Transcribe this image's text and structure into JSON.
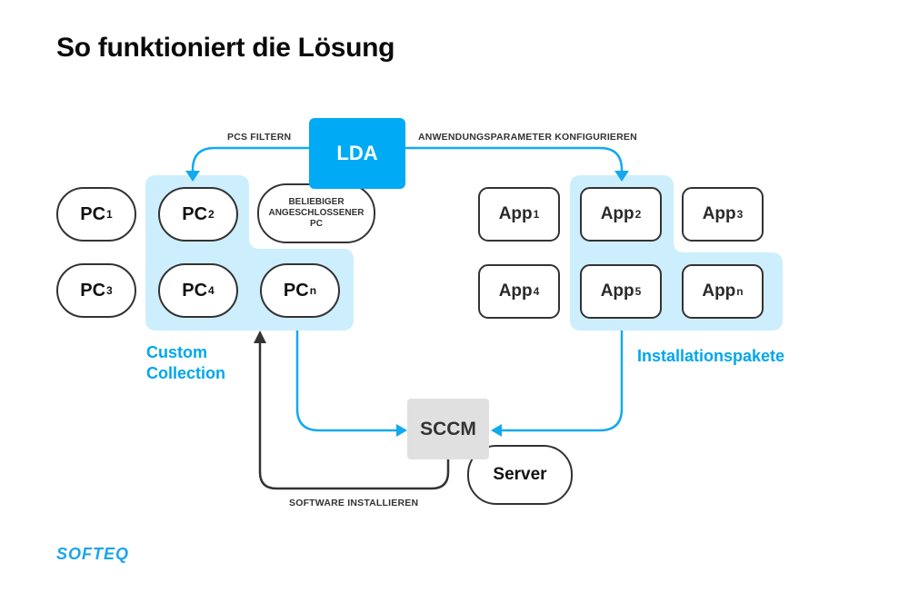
{
  "title": "So funktioniert die Lösung",
  "colors": {
    "accent": "#00aaf5",
    "highlight_bg": "#cdeefd",
    "node_border": "#333333",
    "sccm_bg": "#e0e0e0",
    "label_blue": "#00a6ee"
  },
  "center": {
    "lda": "LDA",
    "sccm": "SCCM"
  },
  "edges": {
    "pcs_filter": "PCS FILTERN",
    "configure_apps": "ANWENDUNGSPARAMETER KONFIGURIEREN",
    "install_software": "SOFTWARE INSTALLIEREN"
  },
  "pcs": [
    {
      "base": "PC",
      "sub": "1"
    },
    {
      "base": "PC",
      "sub": "2"
    },
    {
      "base": "PC",
      "sub": "3"
    },
    {
      "base": "PC",
      "sub": "4"
    },
    {
      "base": "PC",
      "sub": "n"
    }
  ],
  "any_pc": "BELIEBIGER ANGESCHLOSSENER PC",
  "any_pc_lines": [
    "BELIEBIGER",
    "ANGESCHLOSSENER",
    "PC"
  ],
  "apps": [
    {
      "base": "App",
      "sub": "1"
    },
    {
      "base": "App",
      "sub": "2"
    },
    {
      "base": "App",
      "sub": "3"
    },
    {
      "base": "App",
      "sub": "4"
    },
    {
      "base": "App",
      "sub": "5"
    },
    {
      "base": "App",
      "sub": "n"
    }
  ],
  "groups": {
    "custom_collection": [
      "Custom",
      "Collection"
    ],
    "install_packages": "Installationspakete"
  },
  "server": "Server",
  "logo": "SOFTEQ"
}
